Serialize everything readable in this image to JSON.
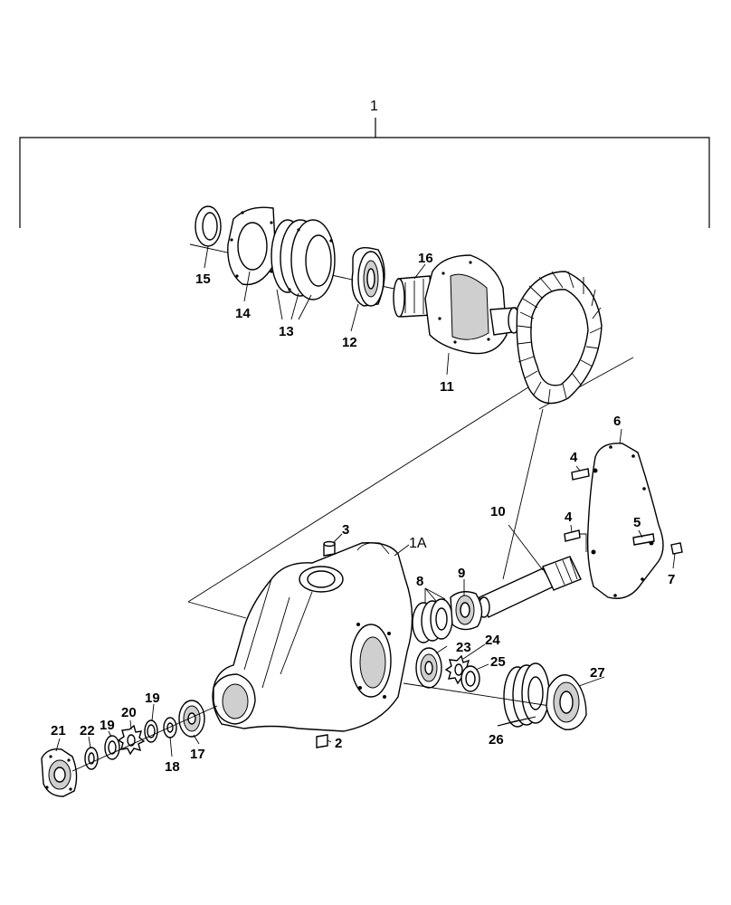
{
  "diagram": {
    "callouts": {
      "c1": "1",
      "c1a": "1A",
      "c2": "2",
      "c3": "3",
      "c4a": "4",
      "c4b": "4",
      "c5": "5",
      "c6": "6",
      "c7": "7",
      "c8": "8",
      "c9": "9",
      "c10": "10",
      "c11": "11",
      "c12": "12",
      "c13": "13",
      "c14": "14",
      "c15": "15",
      "c16": "16",
      "c17": "17",
      "c18": "18",
      "c19a": "19",
      "c19b": "19",
      "c20": "20",
      "c21": "21",
      "c22": "22",
      "c23": "23",
      "c24": "24",
      "c25": "25",
      "c26": "26",
      "c27": "27"
    }
  }
}
